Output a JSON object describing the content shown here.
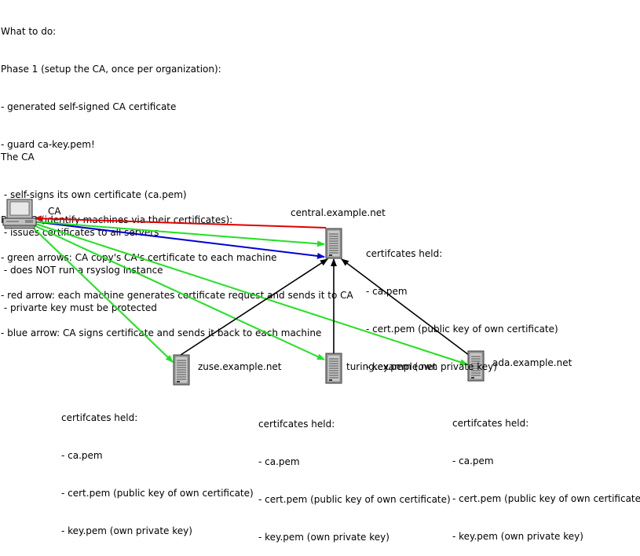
{
  "instructions": {
    "heading": "What to do:",
    "phase1": {
      "title": "Phase 1 (setup the CA, once per organization):",
      "items": [
        "- generated self-signed CA certificate",
        "- guard ca-key.pem!"
      ]
    },
    "phase2": {
      "title": "Phase 2 (identify machines via their certificates):",
      "items": [
        "- green arrows: CA copy's CA's certificate to each machine",
        "- red arrow: each machine generates certificate request and sends it to CA",
        "- blue arrow: CA signs certificate and sends it back to each machine"
      ]
    }
  },
  "ca_info": {
    "title": "The CA",
    "items": [
      " - self-signs its own certificate (ca.pem)",
      " - issues certificates to all servers",
      " - does NOT run a rsyslog instance",
      " - privarte key must be protected"
    ]
  },
  "ca_label": "CA",
  "nodes": {
    "central": {
      "name": "central.example.net",
      "held_title": "certifcates held:",
      "held": [
        "- ca.pem",
        "- cert.pem (public key of own certificate)",
        "- key.pem (own private key)"
      ]
    },
    "zuse": {
      "name": "zuse.example.net",
      "held_title": "certifcates held:",
      "held": [
        "- ca.pem",
        "- cert.pem (public key of own certificate)",
        "- key.pem (own private key)"
      ]
    },
    "turing": {
      "name": "turing.example.net",
      "held_title": "certifcates held:",
      "held": [
        "- ca.pem",
        "- cert.pem (public key of own certificate)",
        "- key.pem (own private key)"
      ]
    },
    "ada": {
      "name": "ada.example.net",
      "held_title": "certifcates held:",
      "held": [
        "- ca.pem",
        "- cert.pem (public key of own certificate)",
        "- key.pem (own private key)"
      ]
    }
  },
  "colors": {
    "green_arrow": "#22e022",
    "red_arrow": "#e00000",
    "blue_arrow": "#0000d0",
    "black_arrow": "#000000"
  },
  "icons": {
    "ca": "desktop-computer-icon",
    "server": "server-tower-icon"
  }
}
